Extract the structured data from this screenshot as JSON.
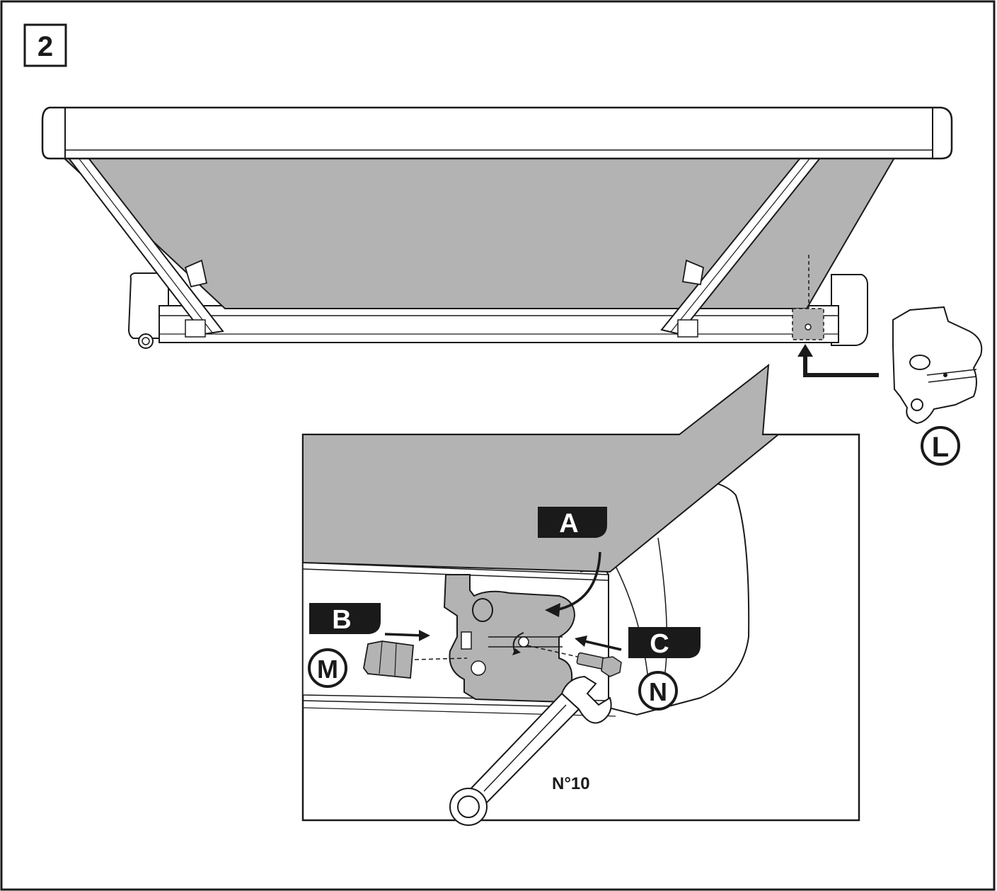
{
  "step": {
    "number": "2"
  },
  "callouts": {
    "A": "A",
    "B": "B",
    "C": "C",
    "L": "L",
    "M": "M",
    "N": "N"
  },
  "tool": {
    "wrench_size": "N°10"
  },
  "colors": {
    "canvas_gray": "#b3b3b3",
    "line": "#1a1a1a",
    "background": "#ffffff",
    "label_fill": "#1a1a1a",
    "label_text": "#ffffff"
  }
}
